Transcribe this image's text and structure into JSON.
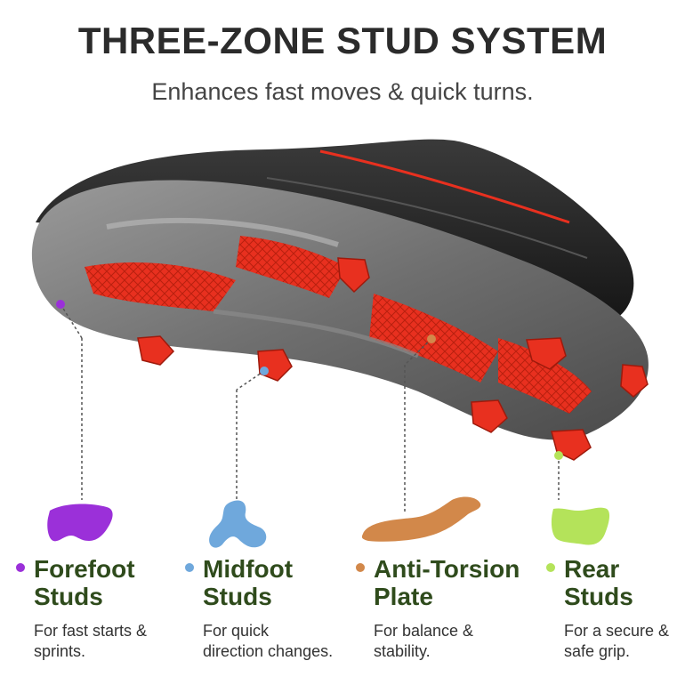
{
  "header": {
    "title": "THREE-ZONE STUD SYSTEM",
    "subtitle": "Enhances fast moves & quick turns."
  },
  "colors": {
    "forefoot": "#9b30d9",
    "midfoot": "#6fa8dc",
    "plate": "#d2884a",
    "rear": "#b4e35a",
    "heading": "#2f4b1c",
    "stud": "#e8301f"
  },
  "features": [
    {
      "head_line1": "Forefoot",
      "head_line2": "Studs",
      "desc_line1": "For fast starts &",
      "desc_line2": "sprints."
    },
    {
      "head_line1": "Midfoot",
      "head_line2": "Studs",
      "desc_line1": "For quick",
      "desc_line2": "direction changes."
    },
    {
      "head_line1": "Anti-Torsion",
      "head_line2": "Plate",
      "desc_line1": "For balance &",
      "desc_line2": "stability."
    },
    {
      "head_line1": "Rear",
      "head_line2": "Studs",
      "desc_line1": "For a secure &",
      "desc_line2": "safe grip."
    }
  ]
}
